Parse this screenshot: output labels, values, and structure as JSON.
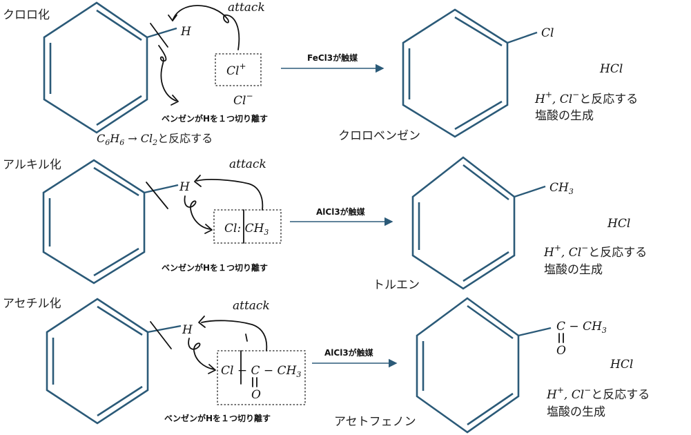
{
  "sections": [
    {
      "title": "クロロ化",
      "attack": "attack",
      "h_atom": "H",
      "box_cl": "Cl",
      "box_cl_charge": "+",
      "cl_minus": "Cl",
      "cl_minus_charge": "−",
      "reactant_eq_c": "C",
      "reactant_eq_c_sub": "6",
      "reactant_eq_h": "H",
      "reactant_eq_h_sub": "6",
      "reactant_eq_arrow": " → ",
      "reactant_eq_cl": "Cl",
      "reactant_eq_cl_sub": "2",
      "reactant_eq_tail": "と反応する",
      "note": "ベンゼンがHを１つ切り離す",
      "catalyst": "FeCl3が触媒",
      "product_sub": "Cl",
      "product_name": "クロロベンゼン",
      "byproduct": "HCl",
      "hcl_line1_pre": "H",
      "hcl_line1_sup1": "+",
      "hcl_line1_mid": ", Cl",
      "hcl_line1_sup2": "−",
      "hcl_line1_tail": "と反応する",
      "hcl_line2": "塩酸の生成"
    },
    {
      "title": "アルキル化",
      "attack": "attack",
      "h_atom": "H",
      "box_text": "Cl: CH",
      "box_sub": "3",
      "note": "ベンゼンがHを１つ切り離す",
      "catalyst": "AlCl3が触媒",
      "product_sub": "CH",
      "product_sub_n": "3",
      "product_name": "トルエン",
      "byproduct": "HCl",
      "hcl_line1_pre": "H",
      "hcl_line1_sup1": "+",
      "hcl_line1_mid": ", Cl",
      "hcl_line1_sup2": "−",
      "hcl_line1_tail": "と反応する",
      "hcl_line2": "塩酸の生成"
    },
    {
      "title": "アセチル化",
      "attack": "attack",
      "h_atom": "H",
      "box_text": "Cl − C − CH",
      "box_sub": "3",
      "box_o": "O",
      "note": "ベンゼンがHを１つ切り離す",
      "catalyst": "AlCl3が触媒",
      "product_sub": "C − CH",
      "product_sub_n": "3",
      "product_o": "O",
      "product_name": "アセトフェノン",
      "byproduct": "HCl",
      "hcl_line1_pre": "H",
      "hcl_line1_sup1": "+",
      "hcl_line1_mid": ", Cl",
      "hcl_line1_sup2": "−",
      "hcl_line1_tail": "と反応する",
      "hcl_line2": "塩酸の生成"
    }
  ],
  "colors": {
    "ring": "#2b5a78",
    "ink": "#111111"
  }
}
